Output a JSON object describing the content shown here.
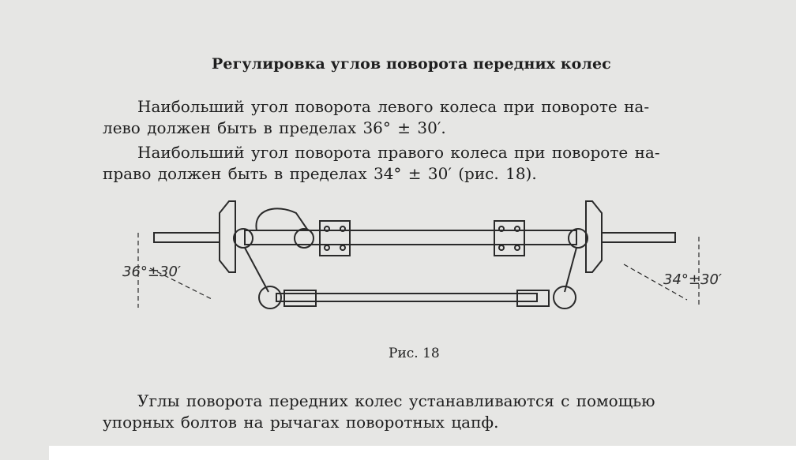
{
  "heading": "Регулировка углов поворота передних колес",
  "paragraph1": {
    "line1": "Наибольший угол поворота левого колеса при повороте на-",
    "line2": "лево должен быть в пределах 36° ± 30′."
  },
  "paragraph2": {
    "line1": "Наибольший угол поворота правого колеса при повороте на-",
    "line2": "право должен быть в пределах 34° ± 30′ (рис. 18)."
  },
  "figure": {
    "left_angle_label": "36°±30′",
    "right_angle_label": "34°±30′",
    "caption": "Рис. 18"
  },
  "paragraph3": {
    "line1": "Углы поворота передних колес устанавливаются с помощью",
    "line2": "упорных болтов на рычагах поворотных цапф."
  }
}
